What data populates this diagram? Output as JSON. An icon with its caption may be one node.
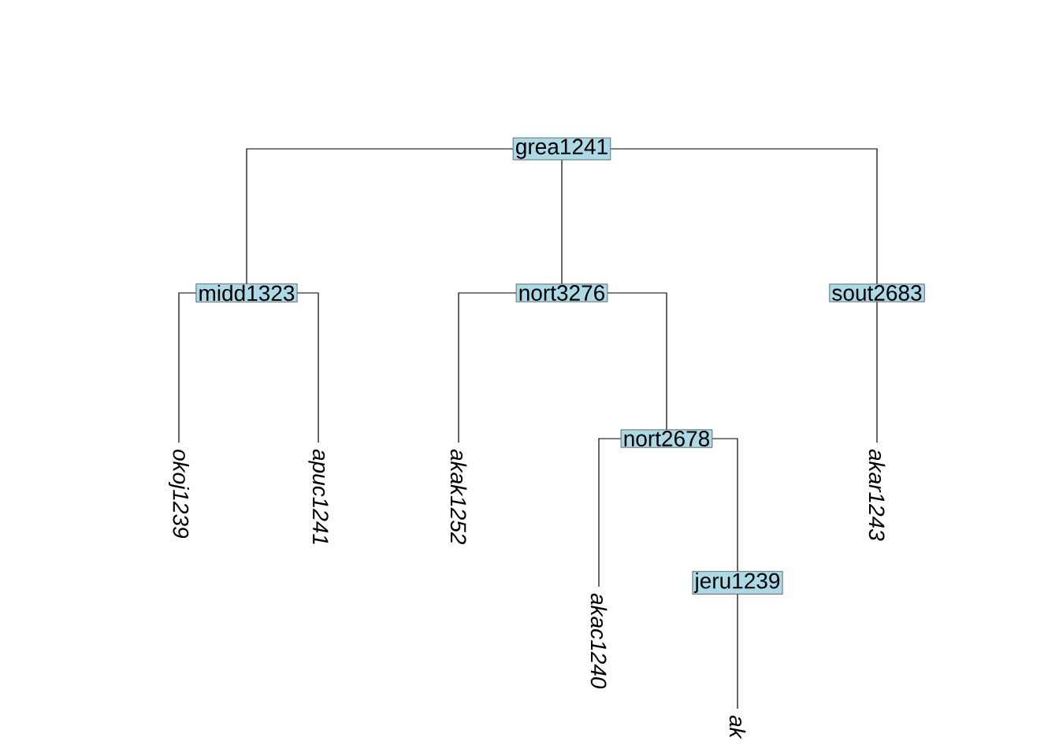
{
  "diagram": {
    "nodes": [
      {
        "text": [
          "grea1241"
        ]
      },
      {
        "text": [
          "midd1323"
        ]
      },
      {
        "text": [
          "nort3276"
        ]
      },
      {
        "text": [
          "sout2683"
        ]
      },
      {
        "text": [
          "okoj1239"
        ]
      },
      {
        "text": [
          "apuc1241"
        ]
      },
      {
        "text": [
          "akak1252"
        ]
      },
      {
        "text": [
          "nort2678"
        ]
      },
      {
        "text": [
          "akar1243"
        ]
      },
      {
        "text": [
          "akac1240"
        ]
      },
      {
        "text": [
          "jeru1239"
        ]
      },
      {
        "text": [
          "ak"
        ]
      }
    ],
    "edges": [
      {
        "from": 0,
        "to": 1,
        "arrow": "none"
      },
      {
        "from": 0,
        "to": 2,
        "arrow": "none"
      },
      {
        "from": 0,
        "to": 3,
        "arrow": "none"
      },
      {
        "from": 1,
        "to": 4,
        "arrow": "none"
      },
      {
        "from": 1,
        "to": 5,
        "arrow": "none"
      },
      {
        "from": 2,
        "to": 6,
        "arrow": "none"
      },
      {
        "from": 2,
        "to": 7,
        "arrow": "none"
      },
      {
        "from": 3,
        "to": 8,
        "arrow": "none"
      },
      {
        "from": 7,
        "to": 9,
        "arrow": "none"
      },
      {
        "from": 7,
        "to": 10,
        "arrow": "none"
      },
      {
        "from": 10,
        "to": 11,
        "arrow": "none"
      }
    ]
  }
}
